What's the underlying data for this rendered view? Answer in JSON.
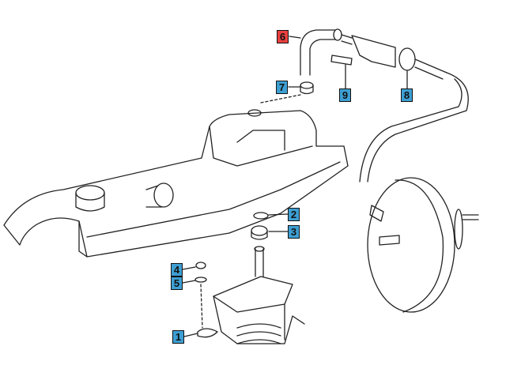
{
  "diagram": {
    "callouts": [
      {
        "number": "6",
        "part": "hose",
        "selected": true
      },
      {
        "number": "7",
        "part": "hose-clamp",
        "selected": false
      },
      {
        "number": "9",
        "part": "connector-pin",
        "selected": false
      },
      {
        "number": "8",
        "part": "check-valve",
        "selected": false
      },
      {
        "number": "2",
        "part": "washer",
        "selected": false
      },
      {
        "number": "3",
        "part": "rubber-bushing",
        "selected": false
      },
      {
        "number": "4",
        "part": "nut",
        "selected": false
      },
      {
        "number": "5",
        "part": "washer-small",
        "selected": false
      },
      {
        "number": "1",
        "part": "engine-mount-bracket",
        "selected": false
      }
    ],
    "colors": {
      "callout": "#3d9fd3",
      "selected_callout": "#e8403f",
      "line": "#222222"
    }
  }
}
